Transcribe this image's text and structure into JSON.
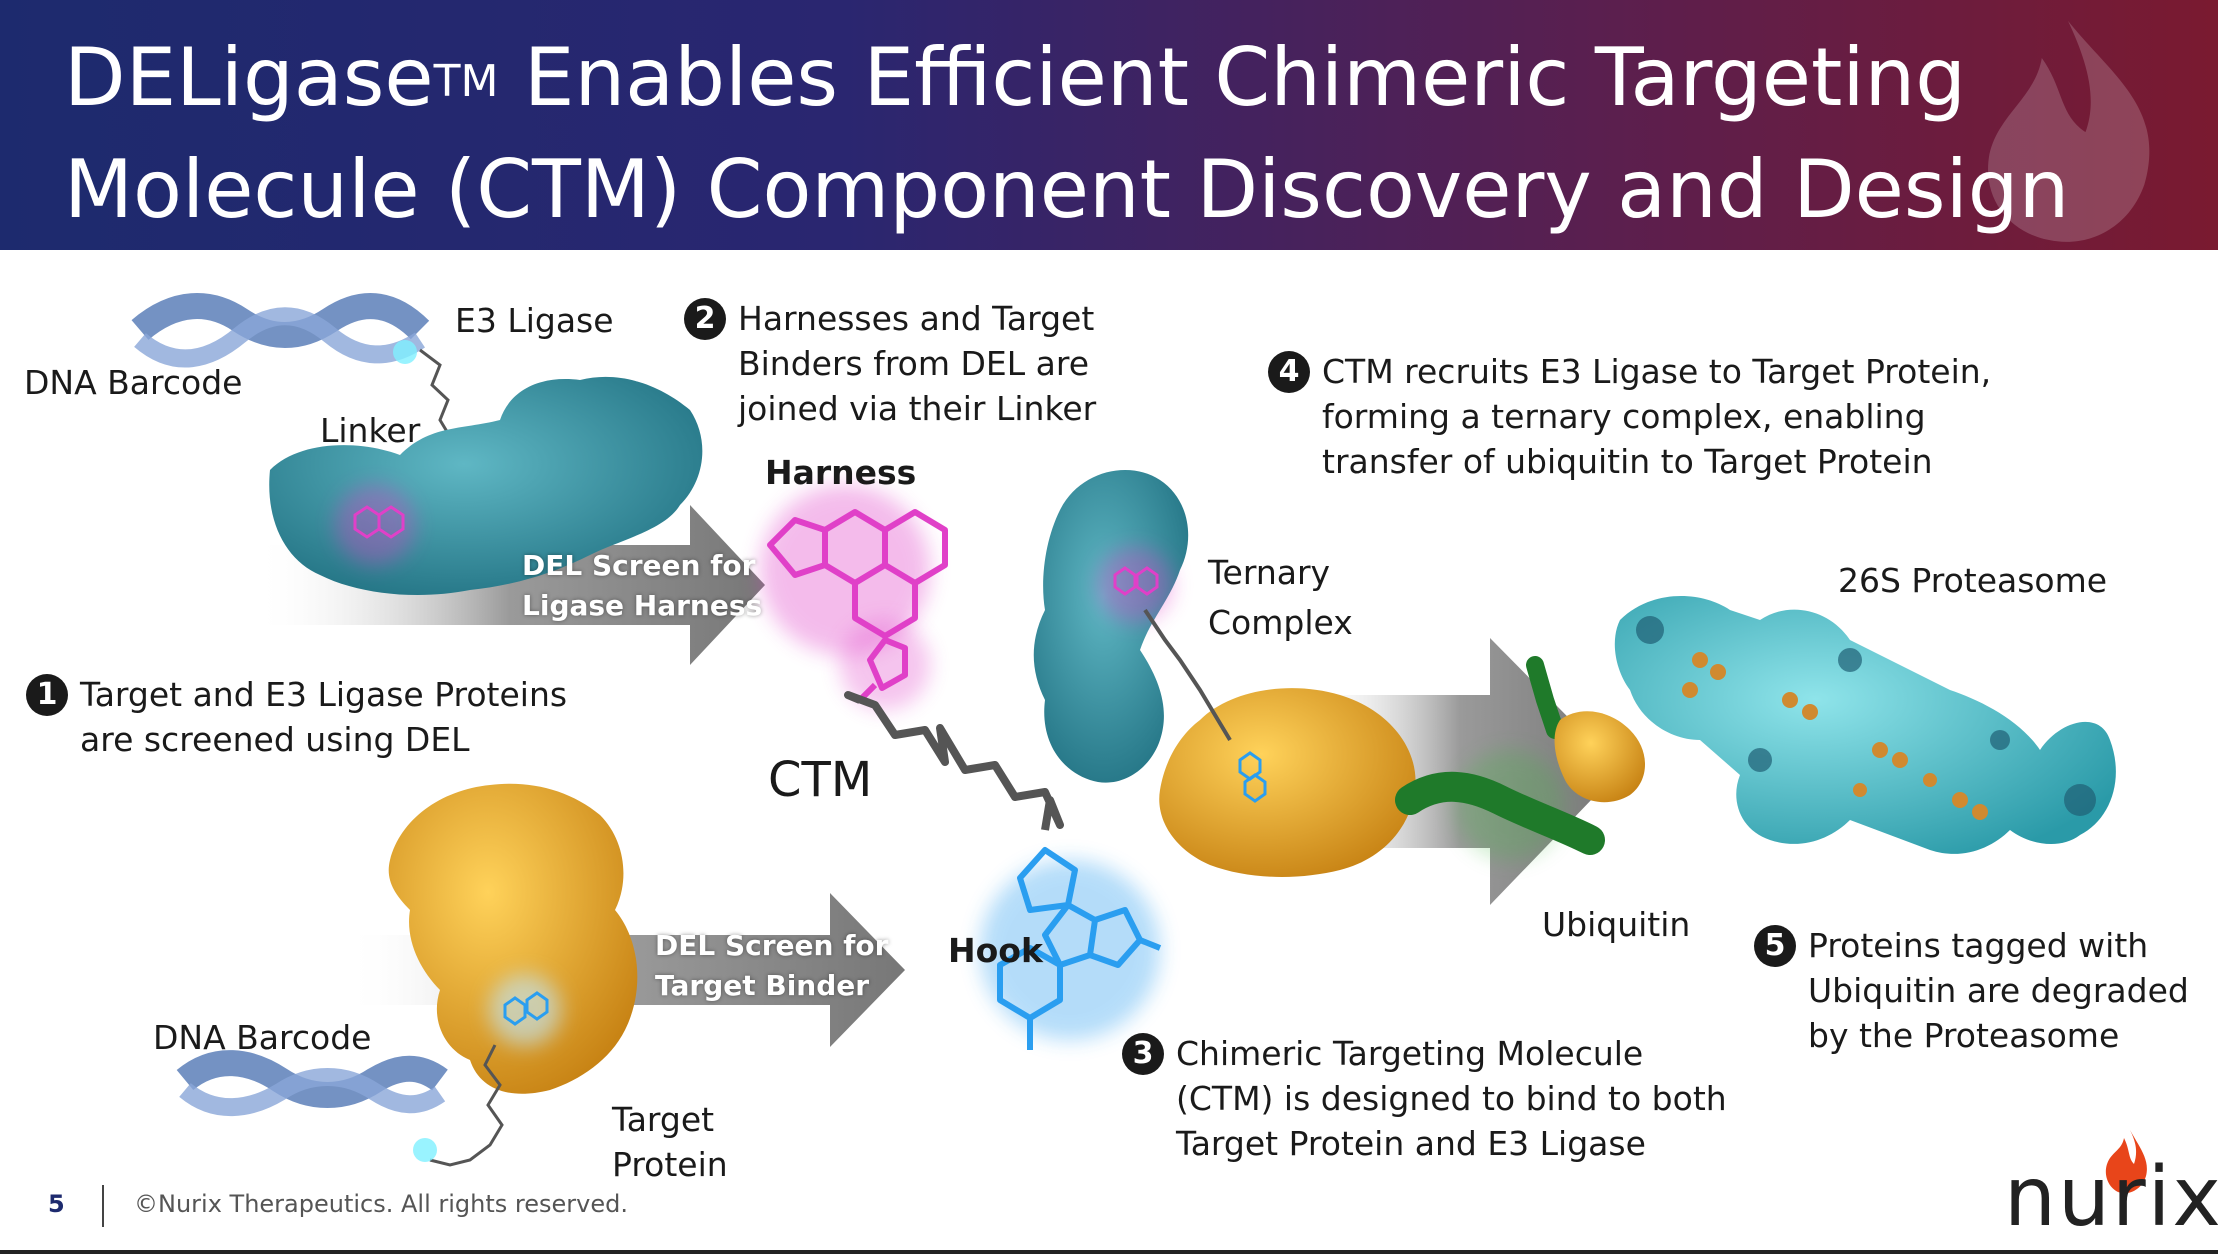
{
  "header": {
    "title_line1_a": "DELigase",
    "title_tm": "TM",
    "title_line1_b": " Enables Efficient Chimeric Targeting",
    "title_line2": "Molecule (CTM) Component Discovery and Design"
  },
  "labels": {
    "dna_barcode_top": "DNA Barcode",
    "e3_ligase": "E3 Ligase",
    "linker": "Linker",
    "harness": "Harness",
    "ctm": "CTM",
    "hook": "Hook",
    "ternary_line1": "Ternary",
    "ternary_line2": "Complex",
    "proteasome": "26S Proteasome",
    "ubiquitin": "Ubiquitin",
    "dna_barcode_bottom": "DNA Barcode",
    "target_line1": "Target",
    "target_line2": "Protein"
  },
  "arrows": {
    "del_ligase_line1": "DEL Screen for",
    "del_ligase_line2": "Ligase Harness",
    "del_target_line1": "DEL Screen for",
    "del_target_line2": "Target Binder"
  },
  "steps": [
    {
      "num": "1",
      "line1": "Target and E3 Ligase Proteins",
      "line2": "are screened using DEL",
      "line3": ""
    },
    {
      "num": "2",
      "line1": "Harnesses and Target",
      "line2": "Binders from DEL are",
      "line3": "joined via their Linker"
    },
    {
      "num": "3",
      "line1": "Chimeric Targeting Molecule",
      "line2": "(CTM) is designed to bind to both",
      "line3": "Target Protein and E3 Ligase"
    },
    {
      "num": "4",
      "line1": "CTM recruits E3 Ligase to Target Protein,",
      "line2": "forming a ternary complex, enabling",
      "line3": "transfer of ubiquitin to Target Protein"
    },
    {
      "num": "5",
      "line1": "Proteins tagged with",
      "line2": "Ubiquitin are degraded",
      "line3": "by the Proteasome"
    }
  ],
  "footer": {
    "page_number": "5",
    "copyright": "©Nurix Therapeutics. All rights reserved.",
    "logo": "nurix"
  },
  "colors": {
    "teal": "#2e8a9a",
    "gold": "#e8a41a",
    "magenta": "#e040c8",
    "blue": "#2a9ef0",
    "green": "#3cb83c"
  }
}
